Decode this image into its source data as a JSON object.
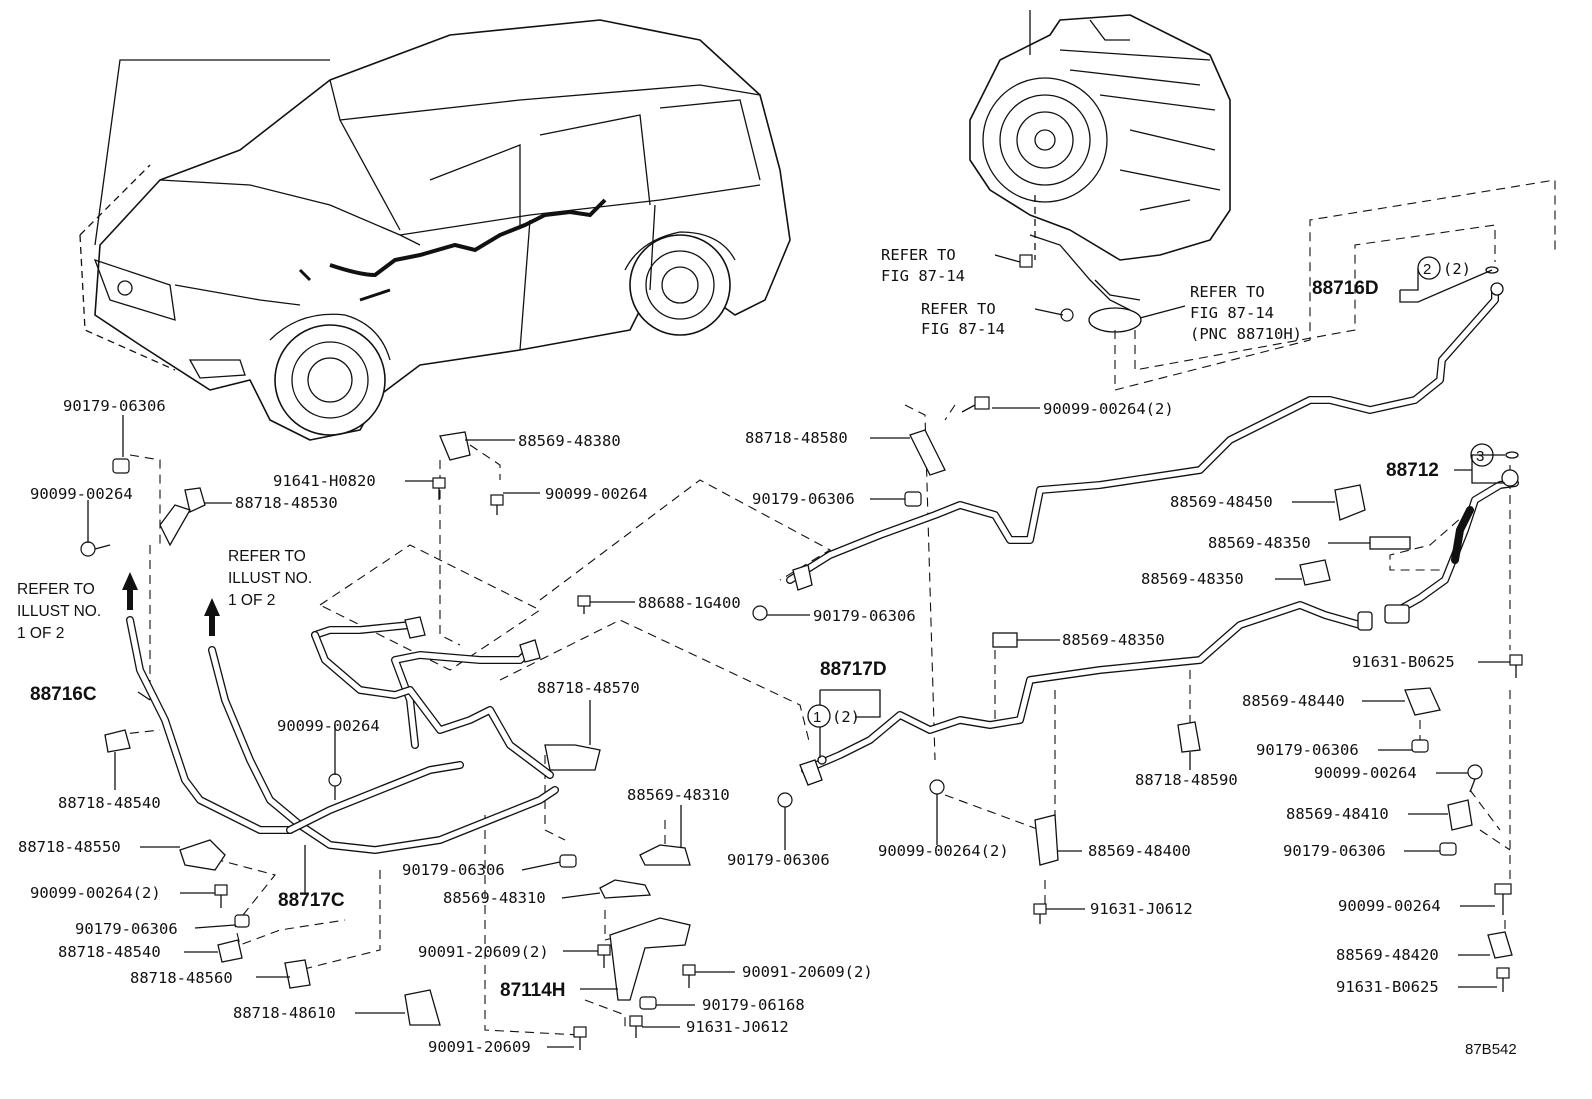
{
  "diagram_code": "87B542",
  "references": {
    "refer_illust_left": [
      "REFER TO",
      "ILLUST NO.",
      "1 OF 2"
    ],
    "refer_illust_mid": [
      "REFER TO",
      "ILLUST NO.",
      "1 OF 2"
    ],
    "refer_fig_a": [
      "REFER TO",
      "FIG 87-14"
    ],
    "refer_fig_b": [
      "REFER TO",
      "FIG 87-14"
    ],
    "refer_fig_c": [
      "REFER TO",
      "FIG 87-14",
      "(PNC 88710H)"
    ]
  },
  "assemblies": {
    "a88716C": "88716C",
    "a88717C": "88717C",
    "a88717D": "88717D",
    "a88716D": "88716D",
    "a88712": "88712",
    "a87114H": "87114H"
  },
  "circles": {
    "c1": "1",
    "c1_qty": "(2)",
    "c2": "2",
    "c2_qty": "(2)",
    "c3": "3"
  },
  "parts": {
    "p01": "90179-06306",
    "p02": "90099-00264",
    "p03": "88718-48530",
    "p04": "88569-48380",
    "p05": "91641-H0820",
    "p06": "90099-00264",
    "p07": "88718-48580",
    "p08": "90099-00264(2)",
    "p09": "90179-06306",
    "p10": "88688-1G400",
    "p11": "90179-06306",
    "p12": "88569-48450",
    "p13": "88569-48350",
    "p14": "88569-48350",
    "p15": "88569-48350",
    "p16": "91631-B0625",
    "p17": "88569-48440",
    "p18": "90179-06306",
    "p19": "90099-00264",
    "p20": "88569-48410",
    "p21": "90179-06306",
    "p22": "90099-00264",
    "p23": "88569-48420",
    "p24": "91631-B0625",
    "p25": "88718-48570",
    "p26": "90099-00264",
    "p27": "88718-48540",
    "p28": "88718-48550",
    "p29": "90099-00264(2)",
    "p30": "90179-06306",
    "p31": "88718-48540",
    "p32": "88718-48560",
    "p33": "90179-06306",
    "p34": "88569-48310",
    "p35": "88569-48310",
    "p36": "90091-20609(2)",
    "p37": "90091-20609(2)",
    "p38": "90179-06168",
    "p39": "91631-J0612",
    "p40": "88718-48610",
    "p41": "90091-20609",
    "p42": "90179-06306",
    "p43": "88718-48590",
    "p44": "90099-00264(2)",
    "p45": "88569-48400",
    "p46": "91631-J0612"
  }
}
